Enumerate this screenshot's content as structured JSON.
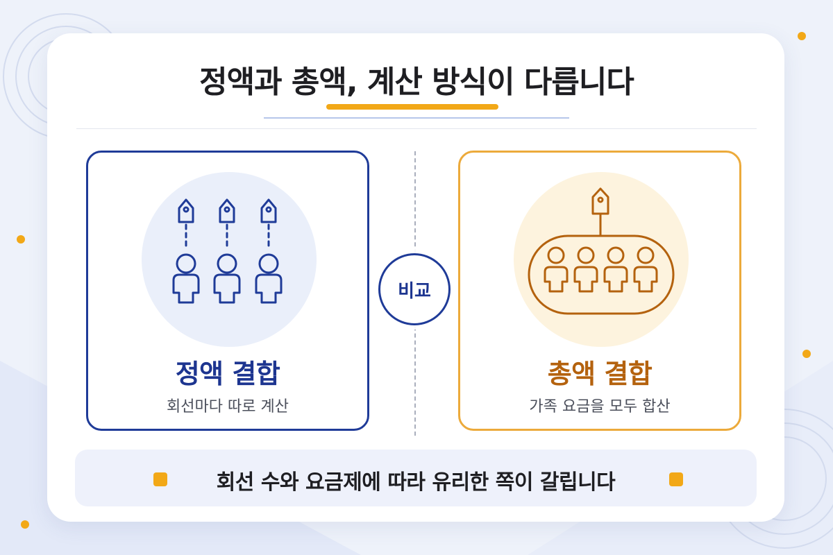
{
  "title": "정액과 총액, 계산 방식이 다릅니다",
  "left_panel": {
    "title": "정액 결합",
    "subtitle": "회선마다 따로 계산",
    "icon": "three-people-each-with-price-tag-icon"
  },
  "compare_badge": "비교",
  "right_panel": {
    "title": "총액 결합",
    "subtitle": "가족 요금을 모두 합산",
    "icon": "group-of-four-with-single-price-tag-icon"
  },
  "bottom_note": "회선 수와 요금제에 따라 유리한 쪽이 갈립니다",
  "colors": {
    "navy": "#1f3b98",
    "orange": "#ecaa3b",
    "accent_yellow": "#f2a817",
    "brown": "#b4620e"
  }
}
